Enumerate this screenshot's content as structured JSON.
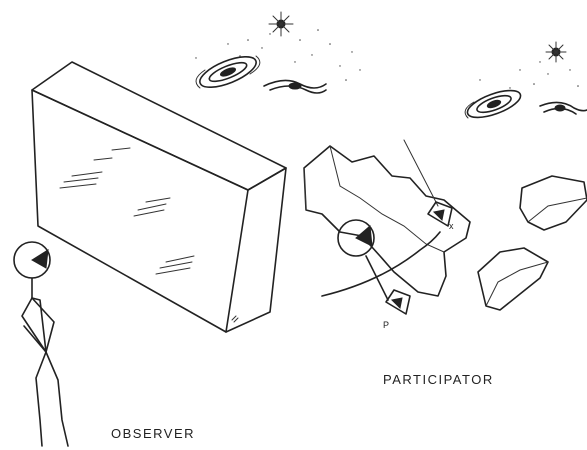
{
  "labels": {
    "observer": "OBSERVER",
    "participator": "PARTICIPATOR",
    "p_mark": "P",
    "x_mark": "x"
  }
}
